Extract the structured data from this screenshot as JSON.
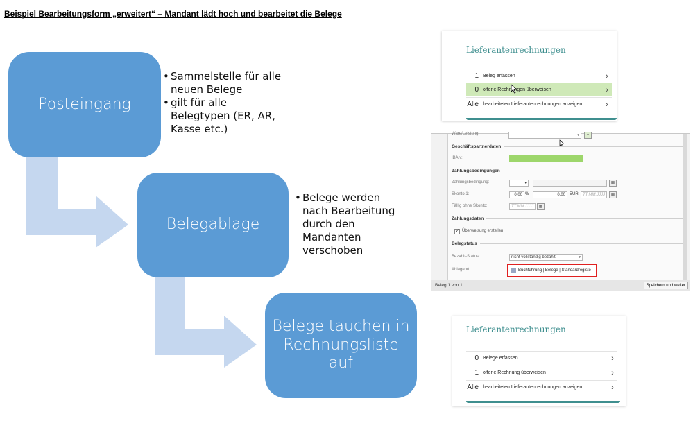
{
  "doc_title": "Beispiel Bearbeitungsform „erweitert“ – Mandant lädt hoch und bearbeitet die Belege",
  "flow": {
    "box1": "Posteingang",
    "box2": "Belegablage",
    "box3": "Belege tauchen in Rechnungsliste auf",
    "bullets1": [
      "Sammelstelle für alle neuen Belege",
      "gilt für alle Belegtypen (ER, AR, Kasse etc.)"
    ],
    "bullets2": [
      "Belege werden nach Bearbeitung durch den Mandanten verschoben"
    ]
  },
  "card_top": {
    "title": "Lieferantenrechnungen",
    "rows": [
      {
        "num": "1",
        "label": "Beleg erfassen",
        "highlight": false
      },
      {
        "num": "0",
        "label": "offene Rechnungen überweisen",
        "highlight": true
      },
      {
        "num": "Alle",
        "label": "bearbeiteten Lieferantenrechnungen anzeigen",
        "highlight": false
      }
    ]
  },
  "card_bottom": {
    "title": "Lieferantenrechnungen",
    "rows": [
      {
        "num": "0",
        "label": "Belege erfassen"
      },
      {
        "num": "1",
        "label": "offene Rechnung überweisen"
      },
      {
        "num": "Alle",
        "label": "bearbeiteten Lieferantenrechnungen anzeigen"
      }
    ]
  },
  "form": {
    "top_label": "Ware/Leistung:",
    "sec_partner": "Geschäftspartnerdaten",
    "iban_label": "IBAN:",
    "sec_payment": "Zahlungsbedingungen",
    "payment_term_label": "Zahlungsbedingung:",
    "skonto_label": "Skonto 1:",
    "skonto_pct": "0.00",
    "pct_sign": "%",
    "skonto_amount": "0.00",
    "currency": "EUR",
    "date_placeholder": "TT.MM.JJJJ",
    "due_label": "Fällig ohne Skonto:",
    "sec_paydata": "Zahlungsdaten",
    "transfer_checkbox": "Überweisung erstellen",
    "sec_status": "Belegstatus",
    "paid_status_label": "Bezahlt-Status:",
    "paid_status_value": "nicht vollständig bezahlt",
    "storage_label": "Ablageort:",
    "storage_value": "Buchführung | Belege | Standardregiste",
    "status_left": "Beleg 1 von 1",
    "save_button": "Speichern und weiter"
  },
  "colors": {
    "box_blue": "#5b9bd5",
    "arrow_lightblue": "#c5d7ef",
    "teal": "#3f8f8f",
    "highlight_green": "#cfe9b8",
    "red_frame": "#e02020"
  }
}
